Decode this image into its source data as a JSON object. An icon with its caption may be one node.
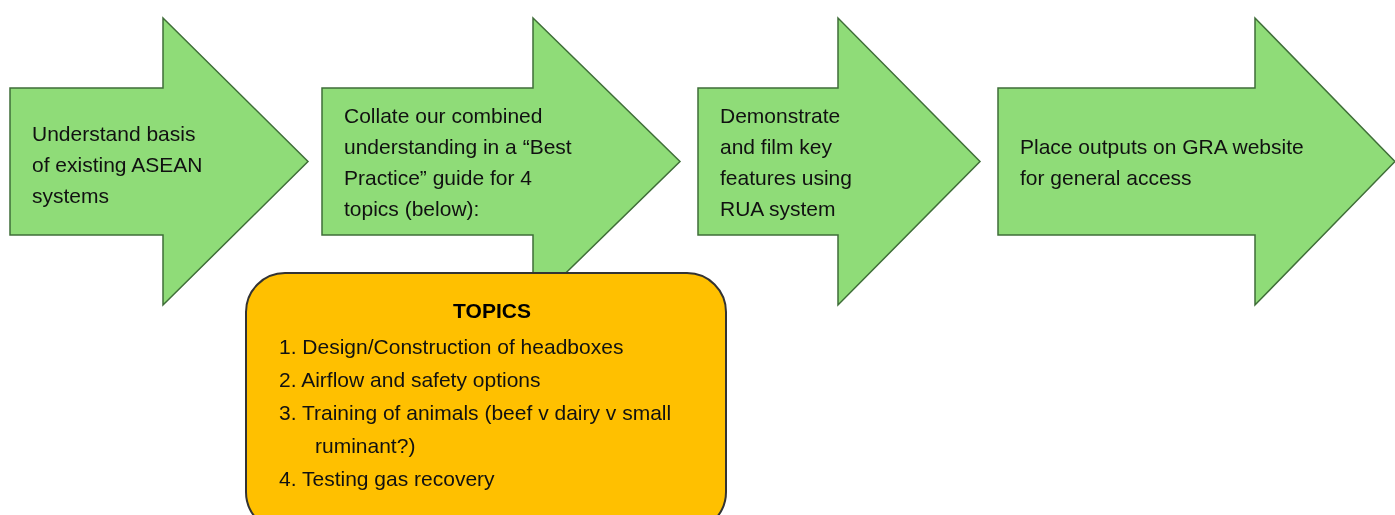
{
  "diagram": {
    "nodes": [
      {
        "text": [
          "Understand basis of existing ASEAN systems"
        ]
      },
      {
        "text": [
          "Collate our combined understanding in a “Best Practice” guide for 4 topics (below):"
        ]
      },
      {
        "text": [
          "Demonstrate and film key features using RUA system"
        ]
      },
      {
        "text": [
          "Place outputs on GRA website for general access"
        ]
      },
      {
        "text": [
          "TOPICS",
          "1. Design/Construction of headboxes",
          "2. Airflow and safety options",
          "3. Training of animals (beef v dairy v small ruminant?)",
          "4. Testing gas recovery"
        ]
      }
    ]
  }
}
